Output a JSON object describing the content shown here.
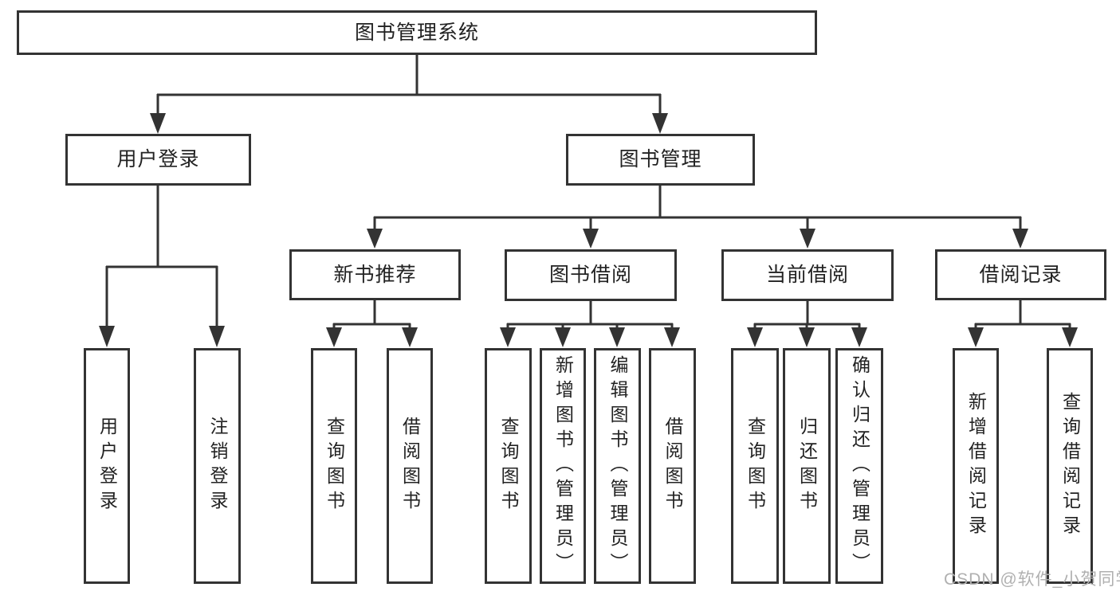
{
  "colors": {
    "line": "#333333",
    "box_border": "#333333",
    "text": "#222222",
    "background": "#ffffff",
    "watermark": "#b0b0b0"
  },
  "diagram": {
    "root_label": "图书管理系统",
    "branches": [
      {
        "label": "用户登录",
        "leaves": [
          {
            "label": "用户登录"
          },
          {
            "label": "注销登录"
          }
        ]
      },
      {
        "label": "图书管理",
        "children": [
          {
            "label": "新书推荐",
            "leaves": [
              {
                "label": "查询图书"
              },
              {
                "label": "借阅图书"
              }
            ]
          },
          {
            "label": "图书借阅",
            "leaves": [
              {
                "label": "查询图书"
              },
              {
                "label": "新增图书（管理员）"
              },
              {
                "label": "编辑图书（管理员）"
              },
              {
                "label": "借阅图书"
              }
            ]
          },
          {
            "label": "当前借阅",
            "leaves": [
              {
                "label": "查询图书"
              },
              {
                "label": "归还图书"
              },
              {
                "label": "确认归还（管理员）"
              }
            ]
          },
          {
            "label": "借阅记录",
            "leaves": [
              {
                "label": "新增借阅记录"
              },
              {
                "label": "查询借阅记录"
              }
            ]
          }
        ]
      }
    ],
    "watermark": "CSDN @软件_小贺同学"
  }
}
